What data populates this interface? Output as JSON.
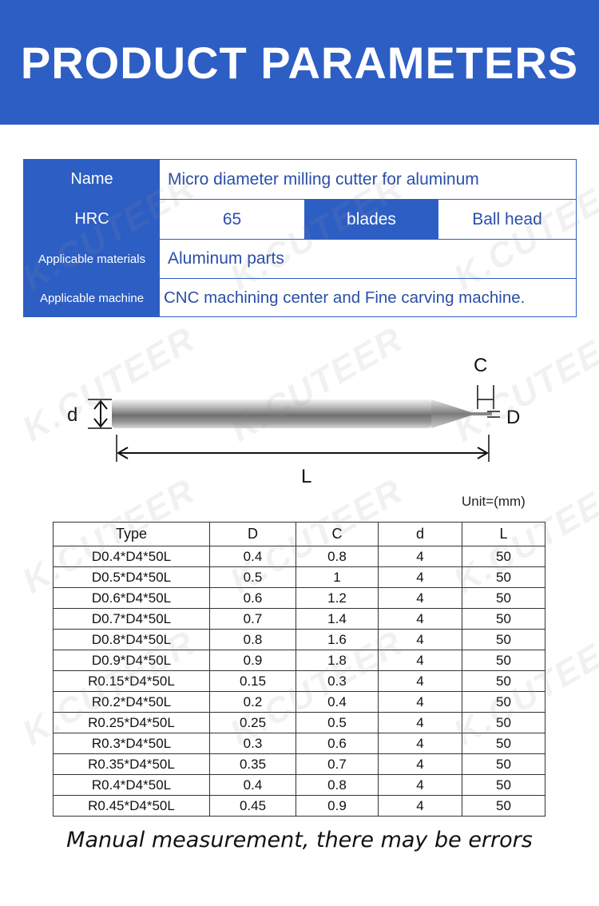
{
  "header": {
    "title": "PRODUCT PARAMETERS"
  },
  "watermark": {
    "text": "K.CUTEER"
  },
  "info": {
    "name_label": "Name",
    "name_value": "Micro diameter milling cutter for aluminum",
    "hrc_label": "HRC",
    "hrc_value": "65",
    "blades_label": "blades",
    "blades_value": "Ball head",
    "materials_label": "Applicable materials",
    "materials_value": "Aluminum parts",
    "machine_label": "Applicable machine",
    "machine_value": "CNC machining center and Fine carving machine."
  },
  "diagram": {
    "label_C": "C",
    "label_d": "d",
    "label_D": "D",
    "label_L": "L"
  },
  "unit": "Unit=(mm)",
  "spec_table": {
    "headers": [
      "Type",
      "D",
      "C",
      "d",
      "L"
    ],
    "rows": [
      [
        "D0.4*D4*50L",
        "0.4",
        "0.8",
        "4",
        "50"
      ],
      [
        "D0.5*D4*50L",
        "0.5",
        "1",
        "4",
        "50"
      ],
      [
        "D0.6*D4*50L",
        "0.6",
        "1.2",
        "4",
        "50"
      ],
      [
        "D0.7*D4*50L",
        "0.7",
        "1.4",
        "4",
        "50"
      ],
      [
        "D0.8*D4*50L",
        "0.8",
        "1.6",
        "4",
        "50"
      ],
      [
        "D0.9*D4*50L",
        "0.9",
        "1.8",
        "4",
        "50"
      ],
      [
        "R0.15*D4*50L",
        "0.15",
        "0.3",
        "4",
        "50"
      ],
      [
        "R0.2*D4*50L",
        "0.2",
        "0.4",
        "4",
        "50"
      ],
      [
        "R0.25*D4*50L",
        "0.25",
        "0.5",
        "4",
        "50"
      ],
      [
        "R0.3*D4*50L",
        "0.3",
        "0.6",
        "4",
        "50"
      ],
      [
        "R0.35*D4*50L",
        "0.35",
        "0.7",
        "4",
        "50"
      ],
      [
        "R0.4*D4*50L",
        "0.4",
        "0.8",
        "4",
        "50"
      ],
      [
        "R0.45*D4*50L",
        "0.45",
        "0.9",
        "4",
        "50"
      ]
    ]
  },
  "footer": {
    "note": "Manual measurement, there may be errors"
  },
  "colors": {
    "brand_blue": "#2d5ec4",
    "value_text": "#2b4ea8"
  }
}
